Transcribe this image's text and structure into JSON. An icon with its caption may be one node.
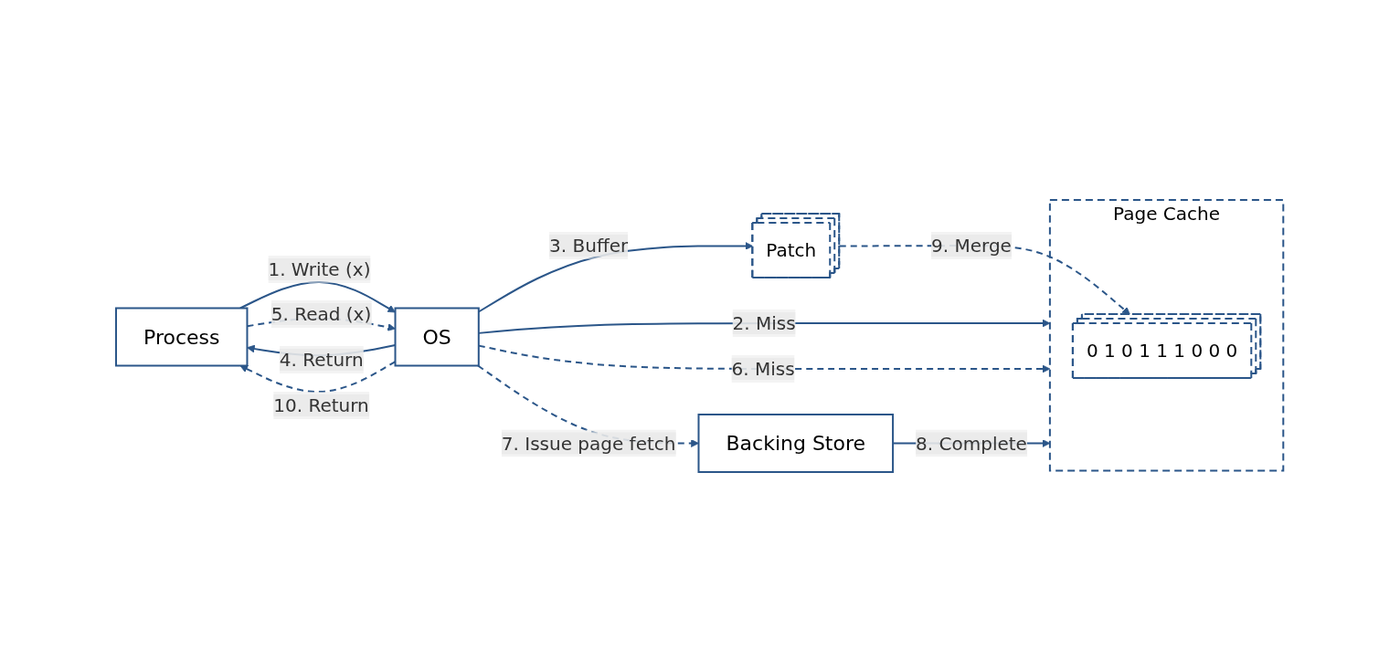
{
  "diagram": {
    "nodes": [
      {
        "text": [
          "Process"
        ]
      },
      {
        "text": [
          "OS"
        ]
      },
      {
        "text": [
          "Patch"
        ]
      },
      {
        "text": [
          "Page Cache"
        ]
      },
      {
        "text": [
          "0 1 0 1 1 1 0 0 0"
        ],
        "in": 3
      },
      {
        "text": [
          "Backing Store"
        ]
      }
    ],
    "edges": [
      {
        "from": 0,
        "to": 1,
        "arrow": "to",
        "label": "1. Write (x)"
      },
      {
        "from": 1,
        "to": 3,
        "arrow": "to",
        "label": "2. Miss"
      },
      {
        "from": 1,
        "to": 2,
        "arrow": "to",
        "label": "3. Buffer"
      },
      {
        "from": 1,
        "to": 0,
        "arrow": "to",
        "label": "4. Return"
      },
      {
        "from": 0,
        "to": 1,
        "arrow": "to",
        "label": "5. Read (x)",
        "style": "dashed"
      },
      {
        "from": 1,
        "to": 3,
        "arrow": "to",
        "label": "6. Miss",
        "style": "dashed"
      },
      {
        "from": 1,
        "to": 5,
        "arrow": "to",
        "label": "7. Issue page fetch",
        "style": "dashed"
      },
      {
        "from": 5,
        "to": 3,
        "arrow": "to",
        "label": "8. Complete"
      },
      {
        "from": 2,
        "to": 4,
        "arrow": "to",
        "label": "9. Merge",
        "style": "dashed"
      },
      {
        "from": 1,
        "to": 0,
        "arrow": "to",
        "label": "10. Return",
        "style": "dashed"
      }
    ]
  }
}
